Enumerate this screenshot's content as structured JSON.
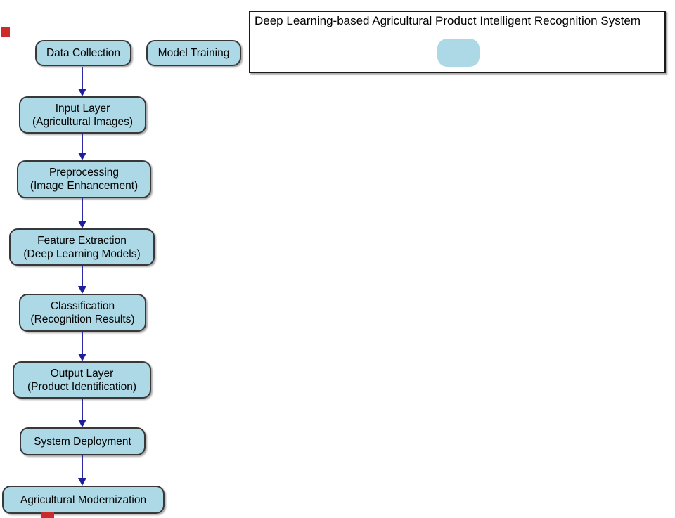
{
  "diagram": {
    "title": "Deep Learning-based Agricultural Product Intelligent Recognition System",
    "nodes": [
      {
        "id": "data-collection",
        "label": "Data Collection"
      },
      {
        "id": "model-training",
        "label": "Model Training"
      },
      {
        "id": "input-layer",
        "label": "Input Layer",
        "sublabel": "(Agricultural Images)"
      },
      {
        "id": "preprocessing",
        "label": "Preprocessing",
        "sublabel": "(Image Enhancement)"
      },
      {
        "id": "feature-extraction",
        "label": "Feature Extraction",
        "sublabel": "(Deep Learning Models)"
      },
      {
        "id": "classification",
        "label": "Classification",
        "sublabel": "(Recognition Results)"
      },
      {
        "id": "output-layer",
        "label": "Output Layer",
        "sublabel": "(Product Identification)"
      },
      {
        "id": "system-deployment",
        "label": "System Deployment"
      },
      {
        "id": "agricultural-modernization",
        "label": "Agricultural Modernization"
      }
    ],
    "edges": [
      [
        "Data Collection",
        "Input Layer"
      ],
      [
        "Input Layer",
        "Preprocessing"
      ],
      [
        "Preprocessing",
        "Feature Extraction"
      ],
      [
        "Feature Extraction",
        "Classification"
      ],
      [
        "Classification",
        "Output Layer"
      ],
      [
        "Output Layer",
        "System Deployment"
      ],
      [
        "System Deployment",
        "Agricultural Modernization"
      ]
    ],
    "colors": {
      "node_fill": "#ADD8E6",
      "node_border": "#383838",
      "arrow": "#2A2AA4",
      "panel_border": "#1A1A1A",
      "edge_marker": "#CC2B2B"
    }
  }
}
